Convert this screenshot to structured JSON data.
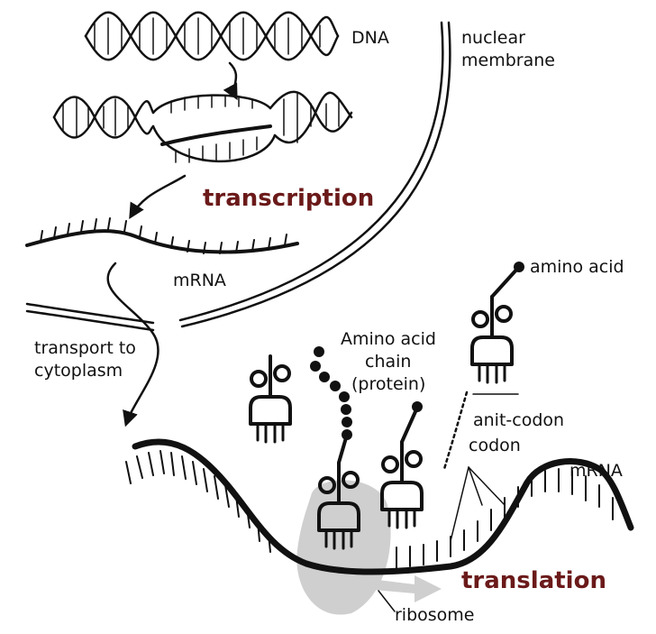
{
  "labels": {
    "dna": "DNA",
    "nuclear_membrane_1": "nuclear",
    "nuclear_membrane_2": "membrane",
    "transcription": "transcription",
    "mrna_top": "mRNA",
    "transport_1": "transport to",
    "transport_2": "cytoplasm",
    "amino_acid": "amino acid",
    "chain_1": "Amino acid",
    "chain_2": "chain",
    "chain_3": "(protein)",
    "anticodon": "anit-codon",
    "codon": "codon",
    "mrna_bottom": "mRNA",
    "translation": "translation",
    "ribosome": "ribosome"
  },
  "colors": {
    "process": "#6b1a1a",
    "ink": "#111111",
    "ribosome": "#cfcfcf"
  }
}
